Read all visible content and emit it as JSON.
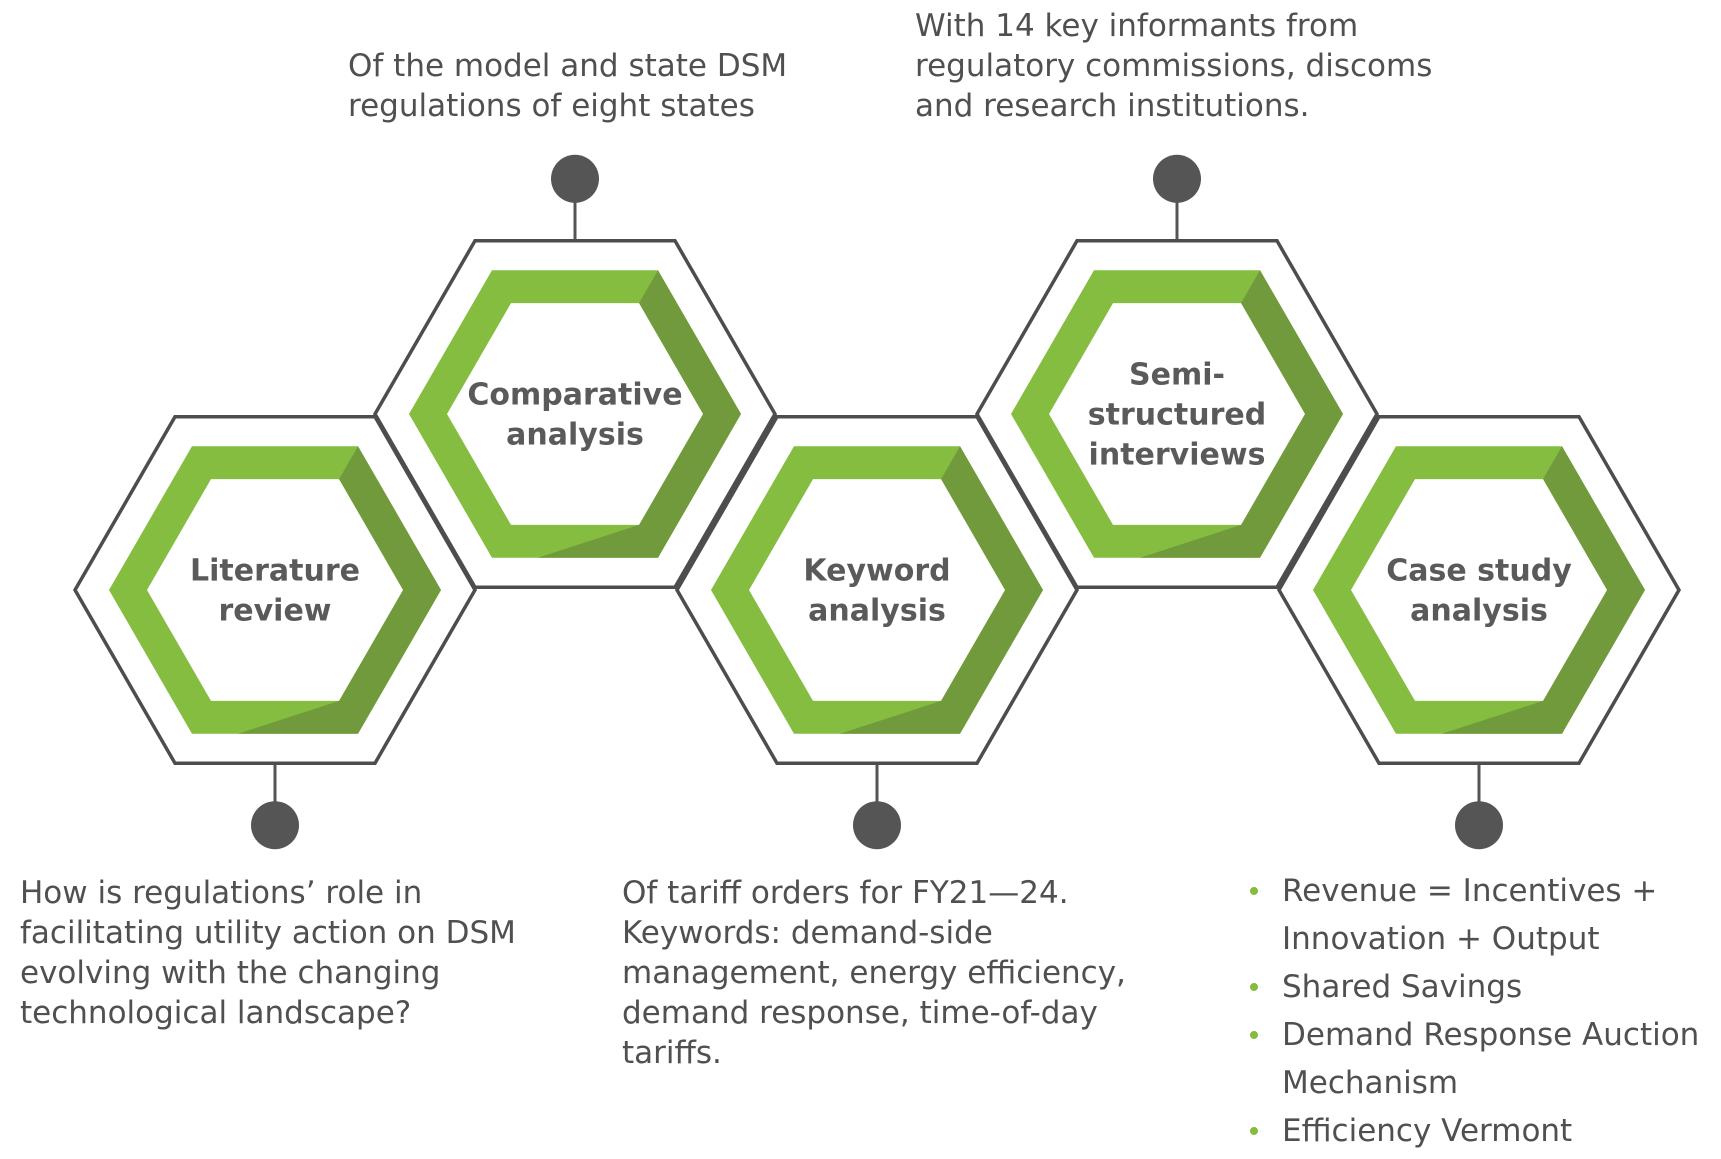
{
  "colors": {
    "outline": "#4d4d4d",
    "green": "#84bd3f",
    "green_shadow": "#719a3c",
    "connector": "#555555",
    "text": "#505050"
  },
  "steps": [
    {
      "label_lines": [
        "Literature",
        "review"
      ]
    },
    {
      "label_lines": [
        "Comparative",
        "analysis"
      ]
    },
    {
      "label_lines": [
        "Keyword",
        "analysis"
      ]
    },
    {
      "label_lines": [
        "Semi-",
        "structured",
        "interviews"
      ]
    },
    {
      "label_lines": [
        "Case study",
        "analysis"
      ]
    }
  ],
  "descriptions": {
    "literature_review": "How is regulations’ role in\nfacilitating utility action on DSM\nevolving with the changing\ntechnological landscape?",
    "comparative_analysis": "Of the model and state DSM\nregulations of eight states",
    "keyword_analysis": "Of tariff orders for FY21—24.\nKeywords: demand-side\nmanagement, energy efficiency,\ndemand response, time-of-day\ntariffs.",
    "semi_structured_interviews": "With 14 key informants from\nregulatory commissions, discoms\nand research institutions.",
    "case_study_bullets": [
      "Revenue = Incentives +\nInnovation + Output",
      "Shared Savings",
      "Demand Response Auction\nMechanism",
      "Efficiency Vermont"
    ]
  }
}
